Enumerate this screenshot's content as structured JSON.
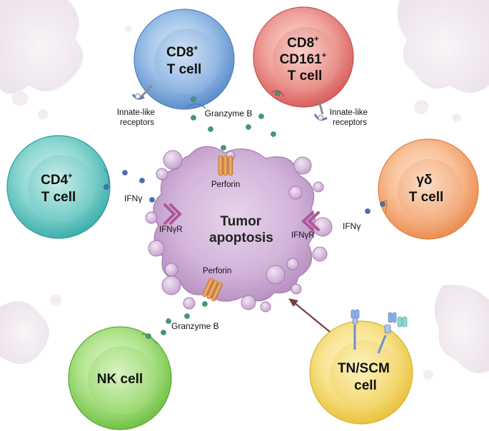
{
  "cells": {
    "cd8": {
      "line1": "CD8",
      "sup1": "+",
      "line2": "T cell"
    },
    "cd8cd161": {
      "line1": "CD8",
      "sup1": "+",
      "line2": "CD161",
      "sup2": "+",
      "line3": "T cell"
    },
    "cd4": {
      "line1": "CD4",
      "sup1": "+",
      "line2": "T cell"
    },
    "gd": {
      "line1": "γδ",
      "line2": "T cell"
    },
    "nk": {
      "line1": "NK cell"
    },
    "tnscm": {
      "line1": "TN/SCM",
      "line2": "cell"
    }
  },
  "tumor": {
    "line1": "Tumor",
    "line2": "apoptosis"
  },
  "labels": {
    "innate_left_1": "Innate-like",
    "innate_left_2": "receptors",
    "innate_right_1": "Innate-like",
    "innate_right_2": "receptors",
    "granzyme_top": "Granzyme B",
    "granzyme_bottom": "Granzyme B",
    "perforin_top": "Perforin",
    "perforin_bottom": "Perforin",
    "ifng_left": "IFNγ",
    "ifng_right": "IFNγ",
    "ifngr_left": "IFNγR",
    "ifngr_right": "IFNγR"
  },
  "colors": {
    "cd8": "#6f9fd6",
    "cd8cd161": "#e77b7b",
    "cd4": "#5cc3bf",
    "gd": "#f3a56e",
    "nk": "#8fd46a",
    "tnscm": "#f3d45e",
    "tumor": "#c9a4cf",
    "granule": "#3f9a7a",
    "ifng": "#4a6fb5",
    "perforin": "#e0964a",
    "receptor": "#b0569a"
  }
}
